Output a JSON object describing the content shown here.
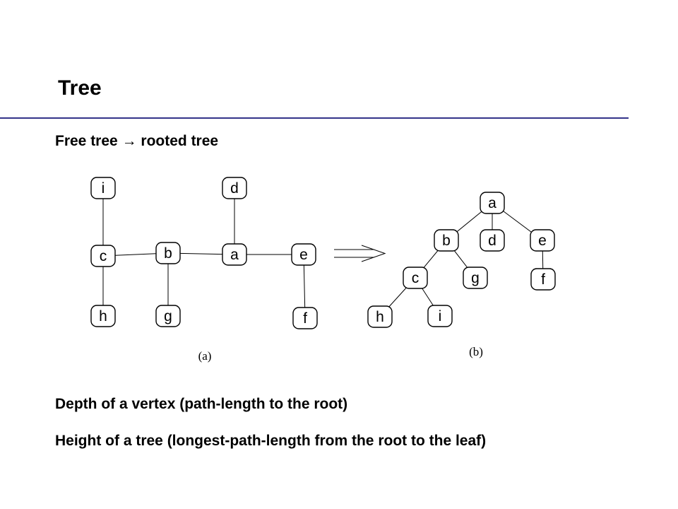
{
  "slide": {
    "title": "Tree",
    "subtitle_prefix": "Free tree",
    "subtitle_arrow": "→",
    "subtitle_suffix": "rooted tree",
    "line_depth": "Depth of a vertex (path-length to the root)",
    "line_height": "Height of a tree (longest-path-length from the root to the leaf)",
    "accent_color": "#34348a"
  },
  "free_tree": {
    "caption": "(a)",
    "nodes": [
      "i",
      "d",
      "c",
      "b",
      "a",
      "e",
      "h",
      "g",
      "f"
    ],
    "edges": [
      [
        "i",
        "c"
      ],
      [
        "c",
        "h"
      ],
      [
        "c",
        "b"
      ],
      [
        "b",
        "g"
      ],
      [
        "b",
        "a"
      ],
      [
        "a",
        "d"
      ],
      [
        "a",
        "e"
      ],
      [
        "e",
        "f"
      ]
    ]
  },
  "rooted_tree": {
    "caption": "(b)",
    "root": "a",
    "nodes": [
      "a",
      "b",
      "d",
      "e",
      "c",
      "g",
      "f",
      "h",
      "i"
    ],
    "edges": [
      [
        "a",
        "b"
      ],
      [
        "a",
        "d"
      ],
      [
        "a",
        "e"
      ],
      [
        "b",
        "c"
      ],
      [
        "b",
        "g"
      ],
      [
        "e",
        "f"
      ],
      [
        "c",
        "h"
      ],
      [
        "c",
        "i"
      ]
    ]
  }
}
